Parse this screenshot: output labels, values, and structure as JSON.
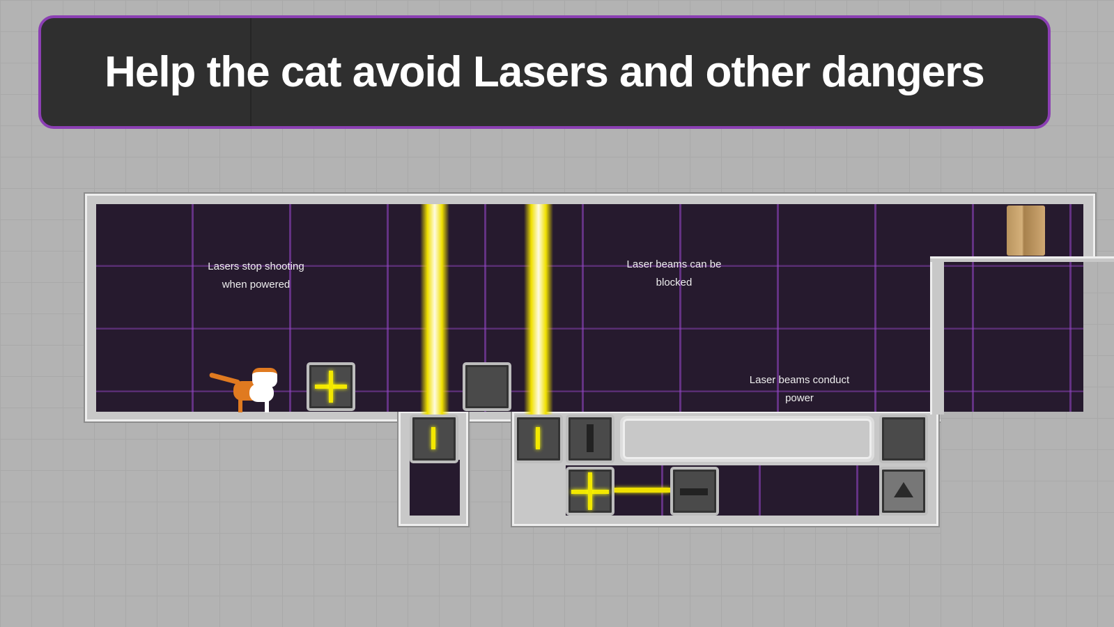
{
  "banner": {
    "title": "Help the cat avoid Lasers and other dangers"
  },
  "hints": [
    {
      "line1": "Lasers stop shooting",
      "line2": "when powered"
    },
    {
      "line1": "Laser beams can be",
      "line2": "blocked"
    },
    {
      "line1": "Laser beams conduct",
      "line2": "power"
    }
  ],
  "colors": {
    "banner_border": "#8b3fb3",
    "laser": "#f0e000",
    "room": "#261a2e"
  }
}
